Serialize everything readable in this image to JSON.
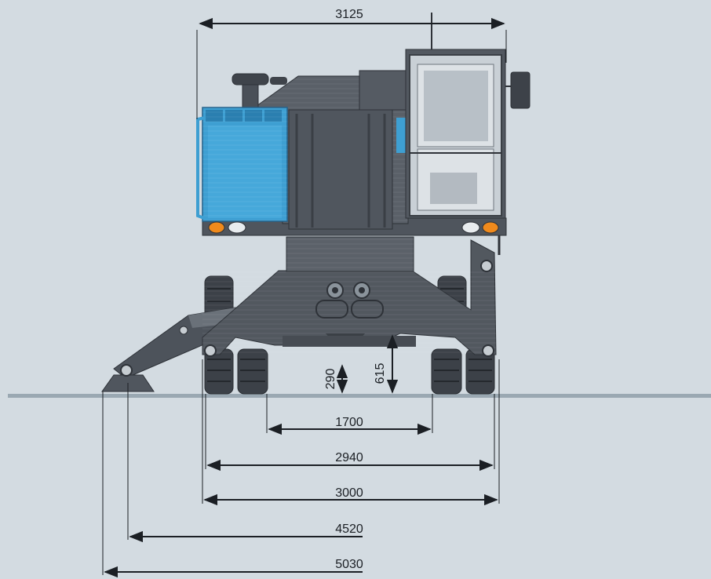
{
  "colors": {
    "background": "#d3dbe1",
    "ground": "#9aa8b2",
    "machine_dark": "#4a5058",
    "machine_mid": "#5c636c",
    "machine_light": "#6e767f",
    "engine_blue": "#3e9fd2",
    "engine_blue_dark": "#2a7fb0",
    "cab_frame": "#c9d0d6",
    "lamp_orange": "#f08a1c",
    "dimension_line": "#1b1f24"
  },
  "dimensions": {
    "top_width": "3125",
    "wheel_track_inner": "1700",
    "wheel_track_outer": "2940",
    "outrigger_pads": "3000",
    "front_support_width": "4520",
    "overall_support_width": "5030",
    "ground_clearance_axle": "290",
    "ground_clearance_frame": "615"
  }
}
